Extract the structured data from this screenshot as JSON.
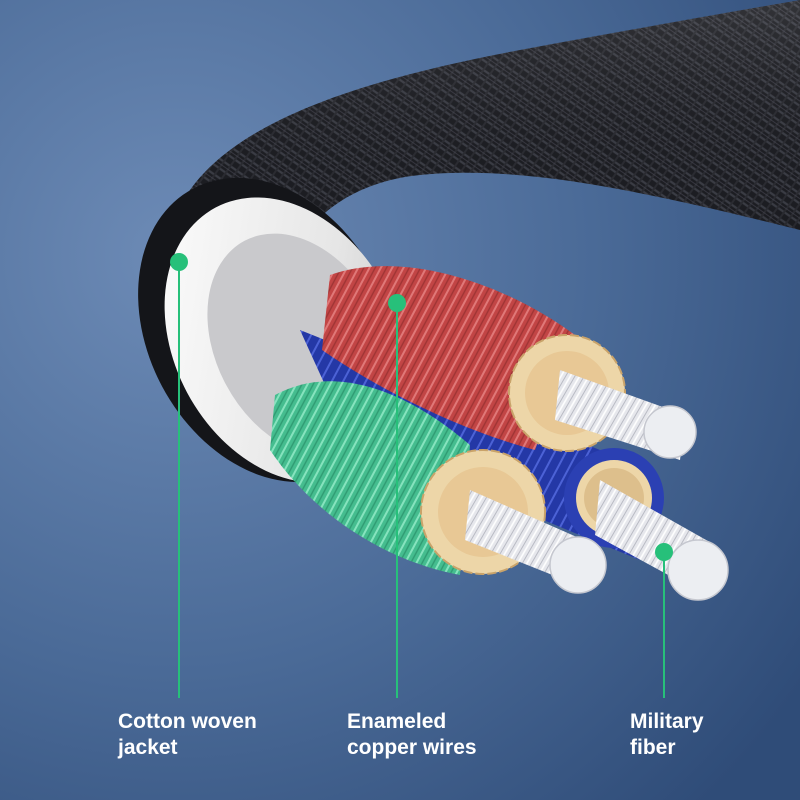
{
  "callouts": [
    {
      "line1": "Cotton woven",
      "line2": "jacket"
    },
    {
      "line1": "Enameled",
      "line2": "copper wires"
    },
    {
      "line1": "Military",
      "line2": "fiber"
    }
  ],
  "colors": {
    "background": "#3f5f8c",
    "jacket": "#1a1b1f",
    "insulation": "#ececec",
    "red_wire": "#c94a4a",
    "green_wire": "#4fc99a",
    "blue_wire": "#2639a8",
    "copper": "#edd6a8",
    "fiber": "#e9eaee",
    "marker": "#27c07a"
  }
}
